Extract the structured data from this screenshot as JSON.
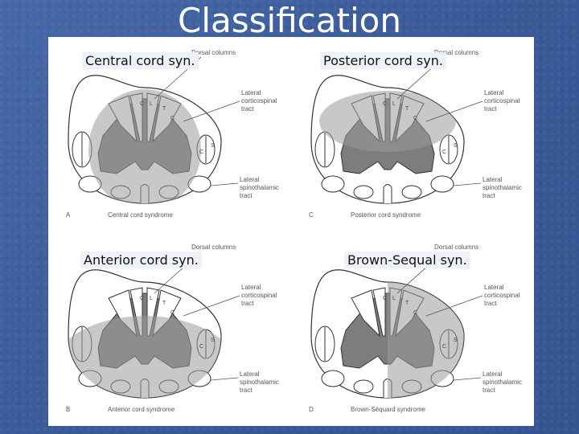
{
  "slide": {
    "title": "Classification"
  },
  "panels": [
    {
      "overlay_label": "Central cord syn.",
      "letter": "A",
      "caption": "Central cord syndrome",
      "dorsal": "Dorsal columns",
      "lat_cst": [
        "Lateral",
        "corticospinal",
        "tract"
      ],
      "lat_stt": [
        "Lateral",
        "spinothalamic",
        "tract"
      ]
    },
    {
      "overlay_label": "Posterior cord syn.",
      "letter": "C",
      "caption": "Posterior cord syndrome",
      "dorsal": "Dorsal columns",
      "lat_cst": [
        "Lateral",
        "corticospinal",
        "tract"
      ],
      "lat_stt": [
        "Lateral",
        "spinothalamic",
        "tract"
      ]
    },
    {
      "overlay_label": "Anterior cord syn.",
      "letter": "B",
      "caption": "Anterior cord syndrome",
      "dorsal": "Dorsal columns",
      "lat_cst": [
        "Lateral",
        "corticospinal",
        "tract"
      ],
      "lat_stt": [
        "Lateral",
        "spinothalamic",
        "tract"
      ]
    },
    {
      "overlay_label": "Brown-Sequal syn.",
      "letter": "D",
      "caption": "Brown-Séquard syndrome",
      "dorsal": "Dorsal columns",
      "lat_cst": [
        "Lateral",
        "corticospinal",
        "tract"
      ],
      "lat_stt": [
        "Lateral",
        "spinothalamic",
        "tract"
      ]
    }
  ],
  "tract_letters": {
    "c": "C",
    "l": "L",
    "t": "T",
    "s": "S"
  },
  "colors": {
    "background": "#3d5f9c",
    "lesion": "#9a9a9a",
    "gray_matter": "#7d7d7d"
  }
}
